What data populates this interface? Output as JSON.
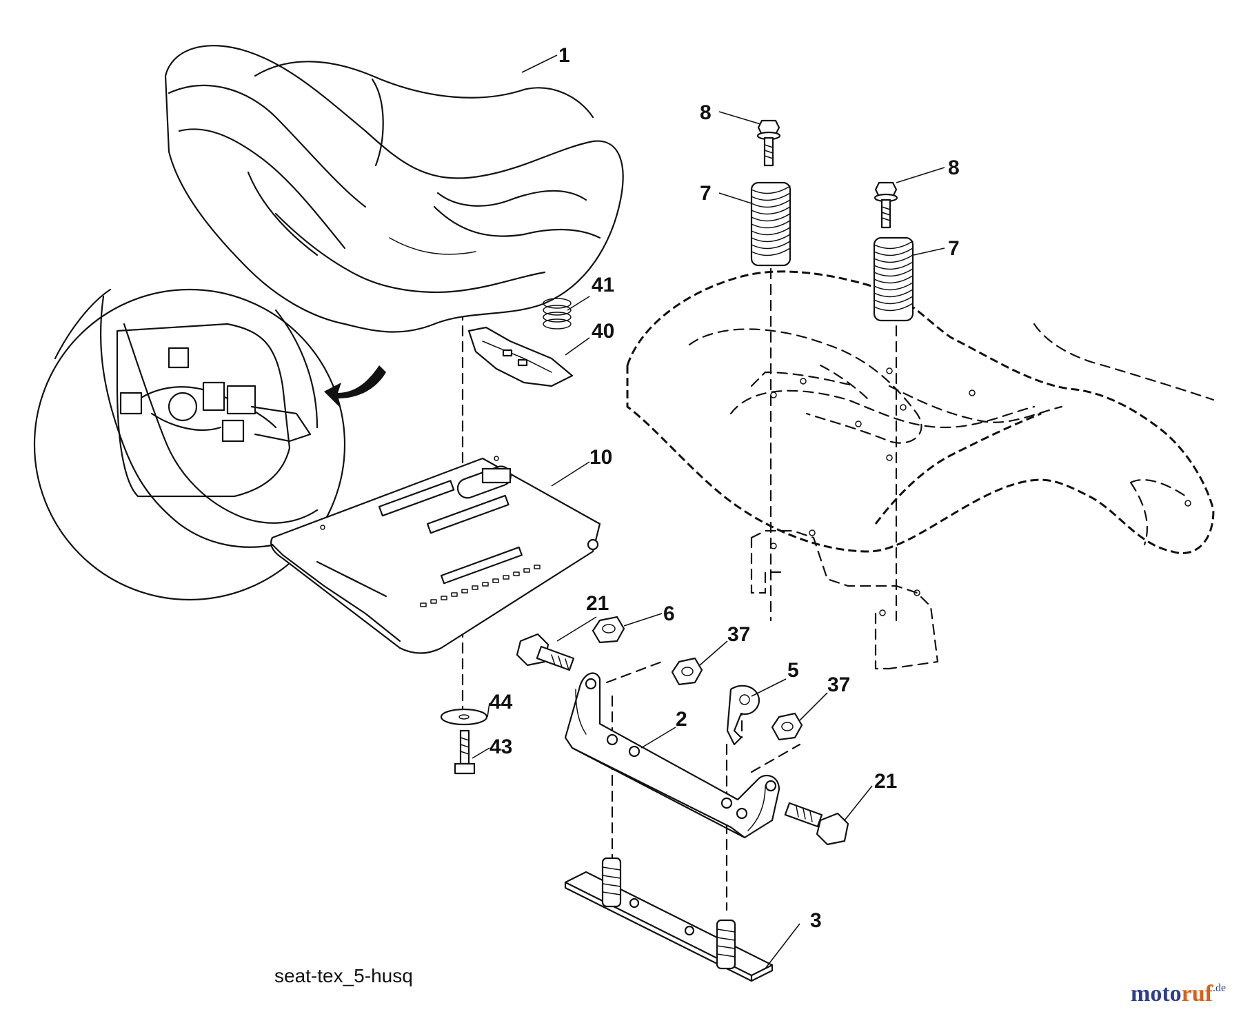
{
  "diagram": {
    "caption": "seat-tex_5-husq",
    "watermark": {
      "part1": "moto",
      "part2": "ruf",
      "suffix": ".de"
    },
    "callouts": {
      "seat": "1",
      "bracket": "2",
      "base_plate": "3",
      "switch": "5",
      "nut_6": "6",
      "spring_left": "7",
      "spring_right": "7",
      "bolt_left": "8",
      "bolt_right": "8",
      "seat_pan": "10",
      "bolt_21_left": "21",
      "bolt_21_right": "21",
      "nut_37_left": "37",
      "nut_37_right": "37",
      "clip_40": "40",
      "spring_41": "41",
      "bolt_43": "43",
      "washer_44": "44"
    }
  }
}
